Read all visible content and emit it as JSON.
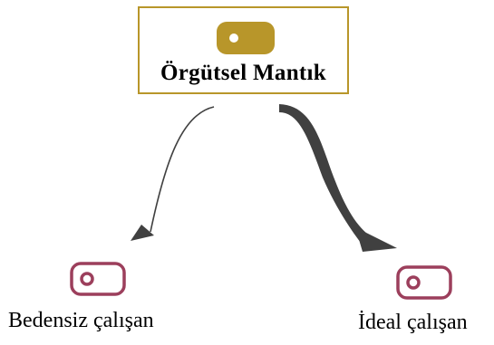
{
  "root": {
    "label": "Örgütsel Mantık",
    "icon": "tag-icon",
    "color": "#b8962a"
  },
  "children": [
    {
      "label": "Bedensiz çalışan",
      "icon": "tag-icon",
      "color": "#9c3f5c"
    },
    {
      "label": "İdeal çalışan",
      "icon": "tag-icon",
      "color": "#9c3f5c"
    }
  ],
  "connector_color": "#404040"
}
